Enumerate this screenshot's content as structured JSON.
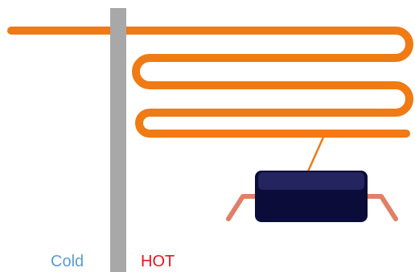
{
  "labels": {
    "cold": "Cold",
    "hot": "HOT"
  },
  "colors": {
    "background": "#ffffff",
    "tube": "#f07a13",
    "wall": "#a8a8a8",
    "cold_text": "#5b9bd5",
    "hot_text": "#e8141c",
    "chip_body": "#0c0c3a",
    "chip_top": "#24245e",
    "chip_leads": "#e08066"
  },
  "icons": {
    "wall": "divider-wall",
    "tube": "serpentine-tube",
    "component": "chip-component"
  }
}
